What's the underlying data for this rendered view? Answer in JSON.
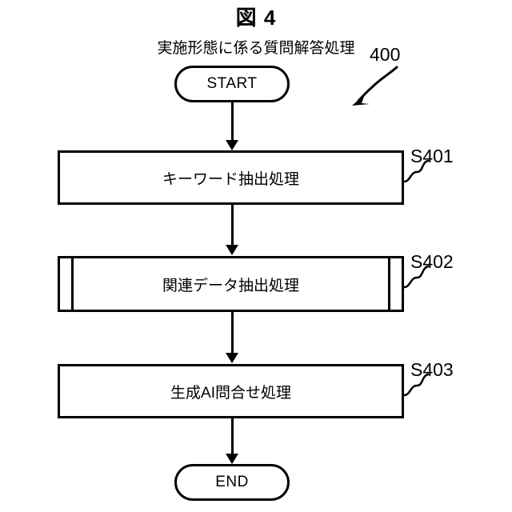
{
  "figure": {
    "title": "図 4",
    "subtitle": "実施形態に係る質問解答処理",
    "reference_number": "400",
    "reference_arrow_icon": "curved-arrow-down-left-icon"
  },
  "flowchart": {
    "start": {
      "label": "START",
      "shape": "terminator"
    },
    "end": {
      "label": "END",
      "shape": "terminator"
    },
    "steps": [
      {
        "id": "S401",
        "label": "キーワード抽出処理",
        "shape": "process",
        "step_label": "S401"
      },
      {
        "id": "S402",
        "label": "関連データ抽出処理",
        "shape": "predefined-process",
        "step_label": "S402"
      },
      {
        "id": "S403",
        "label": "生成AI問合せ処理",
        "shape": "process",
        "step_label": "S403"
      }
    ],
    "connectors": [
      {
        "from": "start",
        "to": "S401",
        "arrow": "down-arrow-icon"
      },
      {
        "from": "S401",
        "to": "S402",
        "arrow": "down-arrow-icon"
      },
      {
        "from": "S402",
        "to": "S403",
        "arrow": "down-arrow-icon"
      },
      {
        "from": "S403",
        "to": "end",
        "arrow": "down-arrow-icon"
      }
    ]
  },
  "colors": {
    "stroke": "#000000",
    "background": "#ffffff"
  }
}
